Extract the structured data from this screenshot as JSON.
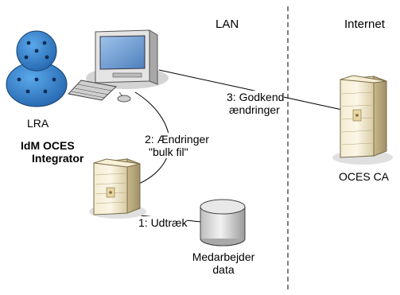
{
  "zones": {
    "lan": "LAN",
    "internet": "Internet"
  },
  "nodes": {
    "lra": "LRA",
    "idm_line1": "IdM OCES",
    "idm_line2": "Integrator",
    "oces_ca": "OCES CA",
    "employee_db_line1": "Medarbejder",
    "employee_db_line2": "data"
  },
  "edges": {
    "approve_line1": "3: Godkend",
    "approve_line2": "ændringer",
    "changes_line1": "2: Ændringer",
    "changes_line2": "\"bulk fil\"",
    "extract": "1: Udtræk"
  }
}
